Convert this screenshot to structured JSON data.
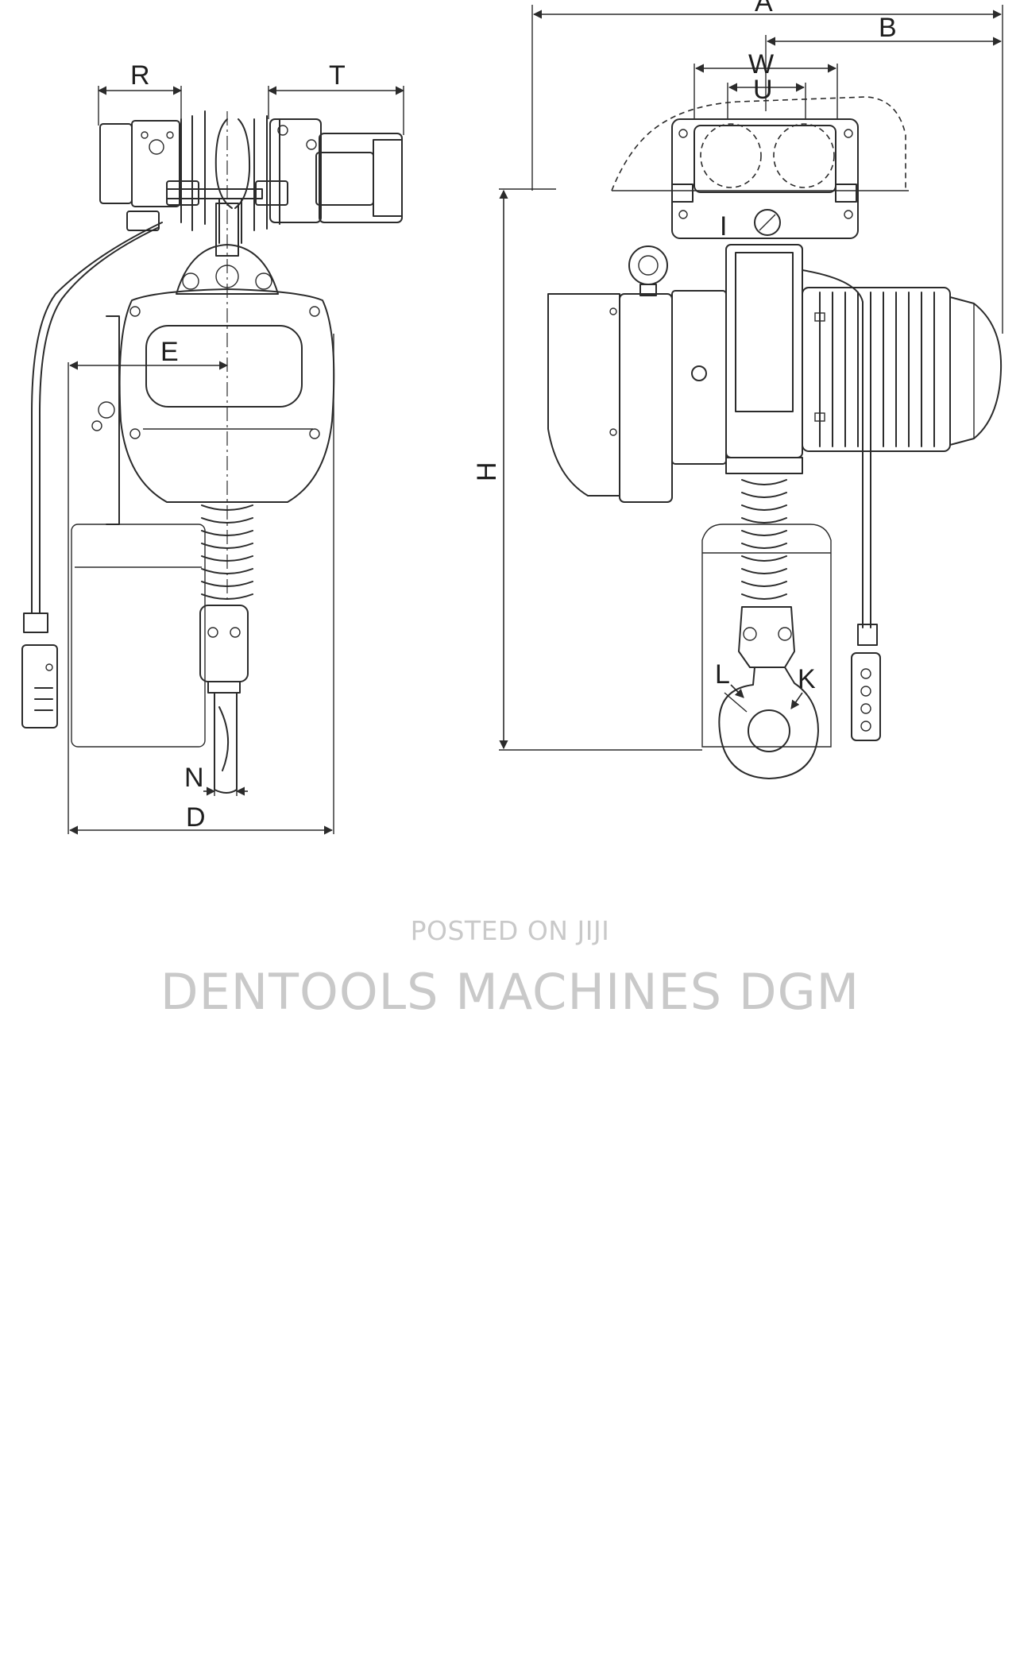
{
  "dimension_labels": {
    "A": "A",
    "B": "B",
    "W": "W",
    "U": "U",
    "I": "I",
    "H": "H",
    "L": "L",
    "K": "K",
    "R": "R",
    "T": "T",
    "E": "E",
    "N": "N",
    "D": "D"
  },
  "watermark": {
    "posted": "POSTED ON JIJI",
    "seller": "DENTOOLS MACHINES DGM"
  }
}
